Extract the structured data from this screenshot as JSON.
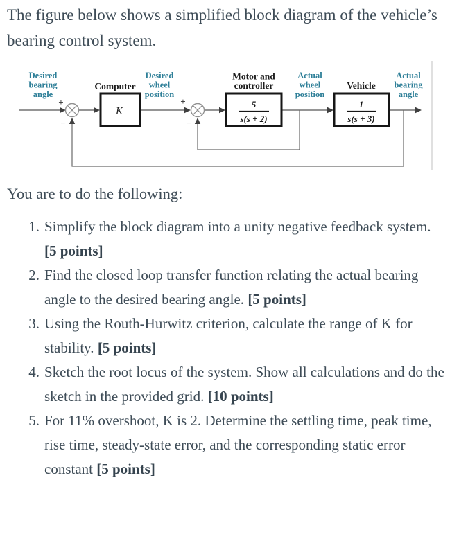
{
  "intro": {
    "text": "The figure below shows a simplified block diagram of the vehicle’s bearing control system."
  },
  "diagram": {
    "labels": {
      "desired_bearing": [
        "Desired",
        "bearing",
        "angle"
      ],
      "desired_wheel": [
        "Desired",
        "wheel",
        "position"
      ],
      "actual_wheel": [
        "Actual",
        "wheel",
        "position"
      ],
      "actual_bearing": [
        "Actual",
        "bearing",
        "angle"
      ]
    },
    "blocks": {
      "computer": {
        "title": "Computer",
        "gain": "K"
      },
      "motor": {
        "title": [
          "Motor and",
          "controller"
        ],
        "numerator": "5",
        "denominator": "s(s + 2)"
      },
      "vehicle": {
        "title": "Vehicle",
        "numerator": "1",
        "denominator": "s(s + 3)"
      }
    },
    "signs": {
      "plus": "+",
      "minus": "−"
    },
    "colors": {
      "label_teal": "#2e7f98",
      "line_gray": "#565656"
    }
  },
  "lead": {
    "text": "You are to do the following:"
  },
  "tasks": [
    {
      "marker": "1.",
      "text": "Simplify the block diagram into a unity negative feedback system.",
      "points": "[5 points]"
    },
    {
      "marker": "2.",
      "text": "Find the closed loop transfer function relating the actual bearing angle to the desired bearing angle.",
      "points": "[5 points]"
    },
    {
      "marker": "3.",
      "text": "Using the Routh-Hurwitz criterion, calculate the range of K for stability.",
      "points": "[5 points]"
    },
    {
      "marker": "4.",
      "text": "Sketch the root locus of the system. Show all calculations and do the sketch in the provided grid.",
      "points": "[10 points]"
    },
    {
      "marker": "5.",
      "text": "For 11% overshoot, K is 2. Determine the settling time, peak time, rise time, steady-state error, and the corresponding static error constant",
      "points": "[5 points]"
    }
  ]
}
